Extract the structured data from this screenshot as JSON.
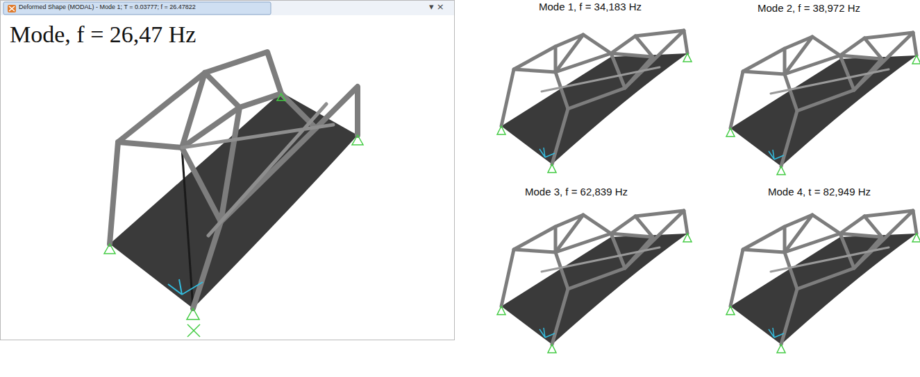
{
  "diagram": {
    "labels": [
      "Deformed Shape (MODAL) - Mode 1; T = 0.03777; f = 26.47822",
      "▾ ×",
      "Mode, f = 26,47 Hz",
      "Mode 1, f = 34,183 Hz",
      "Mode 2, f = 38,972 Hz",
      "Mode 3, f = 62,839 Hz",
      "Mode 4, t = 82,949 Hz"
    ]
  }
}
